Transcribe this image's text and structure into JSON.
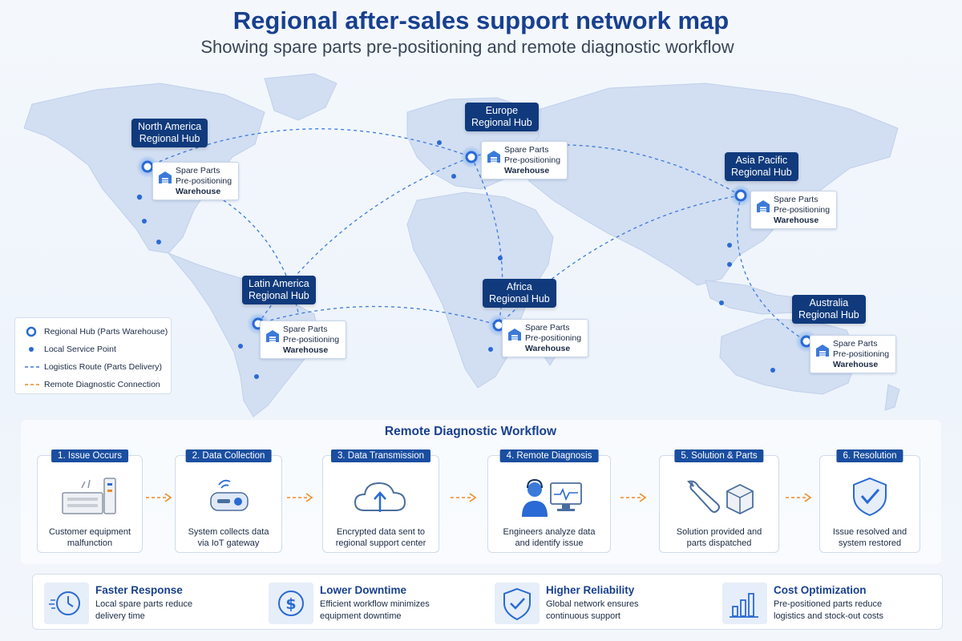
{
  "header": {
    "title": "Regional after-sales support network map",
    "subtitle": "Showing spare parts pre-positioning and remote diagnostic workflow"
  },
  "hubs": [
    {
      "id": "na",
      "name_line1": "North America",
      "name_line2": "Regional Hub"
    },
    {
      "id": "eu",
      "name_line1": "Europe",
      "name_line2": "Regional Hub"
    },
    {
      "id": "ap",
      "name_line1": "Asia Pacific",
      "name_line2": "Regional Hub"
    },
    {
      "id": "la",
      "name_line1": "Latin America",
      "name_line2": "Regional Hub"
    },
    {
      "id": "af",
      "name_line1": "Africa",
      "name_line2": "Regional Hub"
    },
    {
      "id": "au",
      "name_line1": "Australia",
      "name_line2": "Regional Hub"
    }
  ],
  "warehouse": {
    "line1": "Spare Parts",
    "line2": "Pre-positioning",
    "line3": "Warehouse"
  },
  "legend": {
    "hub": "Regional Hub (Parts Warehouse)",
    "service_point": "Local Service Point",
    "logistics": "Logistics Route (Parts Delivery)",
    "diagnostic": "Remote Diagnostic Connection"
  },
  "workflow": {
    "title": "Remote Diagnostic Workflow",
    "steps": [
      {
        "label": "1. Issue Occurs",
        "desc1": "Customer equipment",
        "desc2": "malfunction",
        "icon": "equipment-icon"
      },
      {
        "label": "2. Data Collection",
        "desc1": "System collects data",
        "desc2": "via IoT gateway",
        "icon": "iot-gateway-icon"
      },
      {
        "label": "3. Data Transmission",
        "desc1": "Encrypted data sent to",
        "desc2": "regional support center",
        "icon": "cloud-upload-icon"
      },
      {
        "label": "4. Remote Diagnosis",
        "desc1": "Engineers analyze data",
        "desc2": "and identify issue",
        "icon": "engineer-monitor-icon"
      },
      {
        "label": "5. Solution & Parts",
        "desc1": "Solution provided and",
        "desc2": "parts dispatched",
        "icon": "wrench-box-icon"
      },
      {
        "label": "6. Resolution",
        "desc1": "Issue resolved and",
        "desc2": "system restored",
        "icon": "shield-check-icon"
      }
    ]
  },
  "benefits": [
    {
      "title": "Faster Response",
      "desc1": "Local spare parts reduce",
      "desc2": "delivery time",
      "icon": "clock-icon"
    },
    {
      "title": "Lower Downtime",
      "desc1": "Efficient workflow minimizes",
      "desc2": "equipment downtime",
      "icon": "dollar-icon"
    },
    {
      "title": "Higher Reliability",
      "desc1": "Global network ensures",
      "desc2": "continuous support",
      "icon": "shield-icon"
    },
    {
      "title": "Cost Optimization",
      "desc1": "Pre-positioned parts reduce",
      "desc2": "logistics and stock-out costs",
      "icon": "bar-chart-icon"
    }
  ],
  "colors": {
    "navy": "#103a7c",
    "accent_blue": "#2a6ad4",
    "orange": "#f08a24",
    "land": "#cfdcf0"
  }
}
